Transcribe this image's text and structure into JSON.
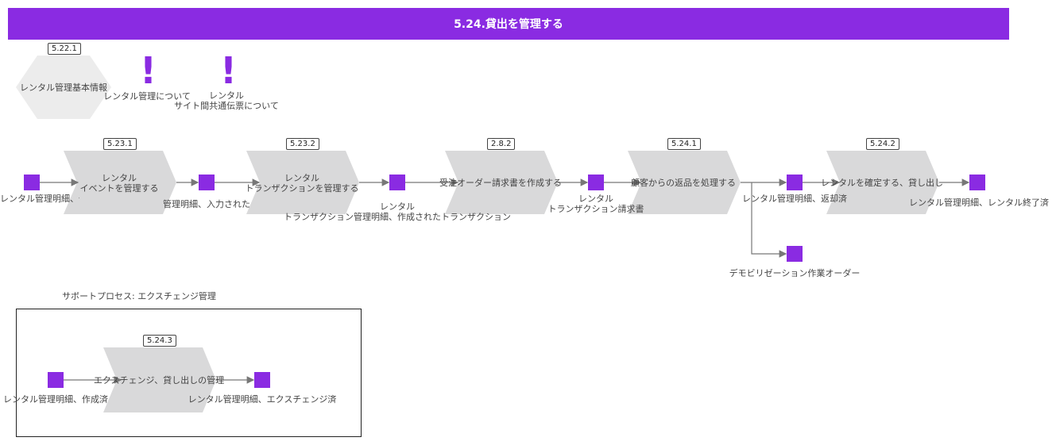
{
  "title": "5.24.貸出を管理する",
  "info": {
    "badge": "5.22.1",
    "label": "レンタル管理基本情報"
  },
  "notes": [
    {
      "line1": "レンタル管理について",
      "line2": ""
    },
    {
      "line1": "レンタル",
      "line2": "サイト間共通伝票について"
    }
  ],
  "processes": [
    {
      "badge": "5.23.1",
      "line1": "レンタル",
      "line2": "イベントを管理する"
    },
    {
      "badge": "5.23.2",
      "line1": "レンタル",
      "line2": "トランザクションを管理する"
    },
    {
      "badge": "2.8.2",
      "line1": "受注オーダー請求書を作成する",
      "line2": ""
    },
    {
      "badge": "5.24.1",
      "line1": "顧客からの返品を処理する",
      "line2": ""
    },
    {
      "badge": "5.24.2",
      "line1": "レンタルを確定する、貸し出し",
      "line2": ""
    }
  ],
  "data_objects": [
    {
      "line1": "レンタル管理明細、作成済",
      "line2": ""
    },
    {
      "line1": "管理明細、入力された",
      "line2": ""
    },
    {
      "line1": "レンタル",
      "line2": "トランザクション管理明細、作成されたトランザクション"
    },
    {
      "line1": "レンタル",
      "line2": "トランザクション請求書"
    },
    {
      "line1": "レンタル管理明細、返却済",
      "line2": ""
    },
    {
      "line1": "レンタル管理明細、レンタル終了済",
      "line2": ""
    },
    {
      "line1": "デモビリゼーション作業オーダー",
      "line2": ""
    }
  ],
  "support_lane": {
    "title": "サポートプロセス: エクスチェンジ管理",
    "process": {
      "badge": "5.24.3",
      "label": "エクスチェンジ、貸し出しの管理"
    },
    "input_label": "レンタル管理明細、作成済",
    "output_label": "レンタル管理明細、エクスチェンジ済"
  },
  "colors": {
    "accent": "#8a2be2",
    "shape_fill": "#d9d9da",
    "arrow": "#777777"
  }
}
